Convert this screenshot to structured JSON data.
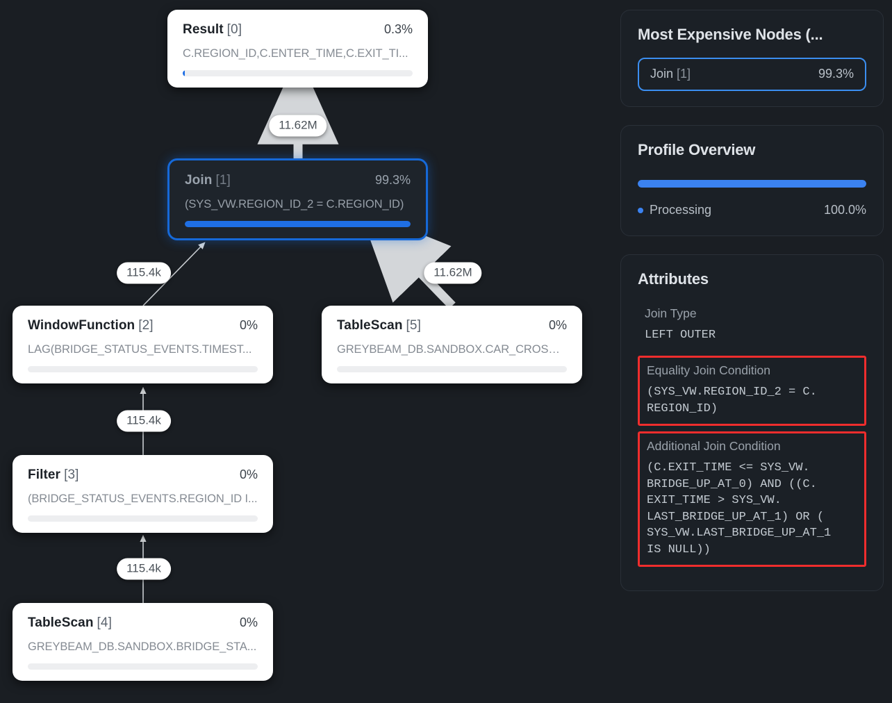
{
  "graph": {
    "nodes": [
      {
        "name": "result-node",
        "title": "Result",
        "index": "[0]",
        "pct": "0.3%",
        "desc": "C.REGION_ID,C.ENTER_TIME,C.EXIT_TI...",
        "bar": 0.3,
        "selected": false
      },
      {
        "name": "join-node",
        "title": "Join",
        "index": "[1]",
        "pct": "99.3%",
        "desc": "(SYS_VW.REGION_ID_2 = C.REGION_ID)",
        "bar": 100,
        "selected": true
      },
      {
        "name": "windowfunction-node",
        "title": "WindowFunction",
        "index": "[2]",
        "pct": "0%",
        "desc": "LAG(BRIDGE_STATUS_EVENTS.TIMEST...",
        "bar": 0,
        "selected": false
      },
      {
        "name": "filter-node",
        "title": "Filter",
        "index": "[3]",
        "pct": "0%",
        "desc": "(BRIDGE_STATUS_EVENTS.REGION_ID I...",
        "bar": 0,
        "selected": false
      },
      {
        "name": "tablescan4-node",
        "title": "TableScan",
        "index": "[4]",
        "pct": "0%",
        "desc": "GREYBEAM_DB.SANDBOX.BRIDGE_STA...",
        "bar": 0,
        "selected": false
      },
      {
        "name": "tablescan5-node",
        "title": "TableScan",
        "index": "[5]",
        "pct": "0%",
        "desc": "GREYBEAM_DB.SANDBOX.CAR_CROSSI...",
        "bar": 0,
        "selected": false
      }
    ],
    "edge_labels": [
      {
        "name": "edge-label-join-to-result",
        "text": "11.62M"
      },
      {
        "name": "edge-label-windowfunction-to-join",
        "text": "115.4k"
      },
      {
        "name": "edge-label-tablescan5-to-join",
        "text": "11.62M"
      },
      {
        "name": "edge-label-filter-to-windowfunction",
        "text": "115.4k"
      },
      {
        "name": "edge-label-tablescan4-to-filter",
        "text": "115.4k"
      }
    ]
  },
  "sidebar": {
    "expensive": {
      "title": "Most Expensive Nodes (...",
      "rows": [
        {
          "label": "Join",
          "index": "[1]",
          "pct": "99.3%"
        }
      ]
    },
    "profile": {
      "title": "Profile Overview",
      "bar_pct": 100,
      "legend": [
        {
          "label": "Processing",
          "value": "100.0%"
        }
      ]
    },
    "attributes": {
      "title": "Attributes",
      "items": [
        {
          "key": "Join Type",
          "value": "LEFT OUTER",
          "highlight": false
        },
        {
          "key": "Equality Join Condition",
          "value": "(SYS_VW.REGION_ID_2 = C.\nREGION_ID)",
          "highlight": true
        },
        {
          "key": "Additional Join Condition",
          "value": "(C.EXIT_TIME <= SYS_VW.\nBRIDGE_UP_AT_0) AND ((C.\nEXIT_TIME > SYS_VW.\nLAST_BRIDGE_UP_AT_1) OR (\nSYS_VW.LAST_BRIDGE_UP_AT_1\nIS NULL))",
          "highlight": true
        }
      ]
    }
  },
  "colors": {
    "background": "#1a1e23",
    "accent_blue": "#1f6fe5",
    "selection_border": "#3b8ef0",
    "highlight_red": "#ef2d2d",
    "node_surface": "#ffffff",
    "panel_surface": "#1b2026"
  }
}
